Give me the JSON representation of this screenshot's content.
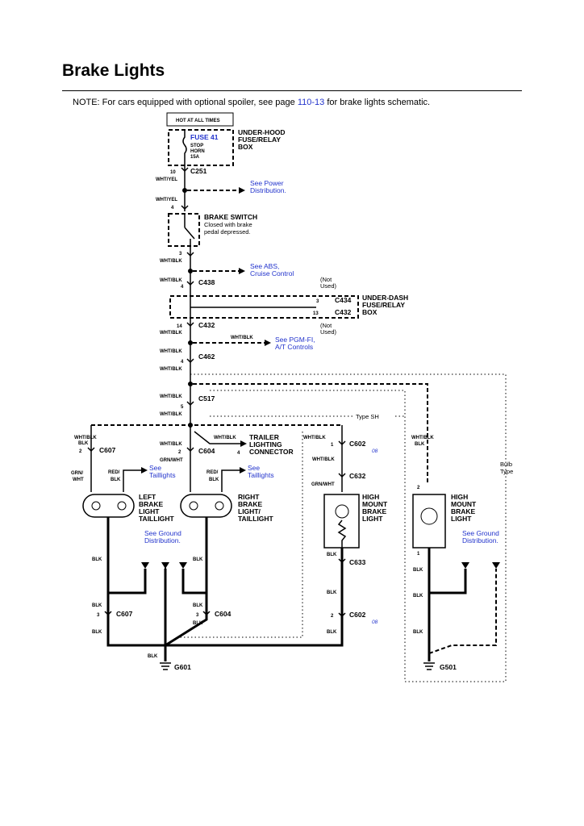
{
  "page": {
    "title": "Brake Lights",
    "note_before": "NOTE: For cars equipped with optional spoiler, see page ",
    "note_link": "110-13",
    "note_after": " for brake lights schematic."
  },
  "labels": {
    "hot": "HOT AT ALL TIMES",
    "fuse": "FUSE 41",
    "fuse_stop": "STOP",
    "fuse_horn": "HORN",
    "fuse_amp": "15A",
    "uh_box1": "UNDER-HOOD",
    "uh_box2": "FUSE/RELAY",
    "uh_box3": "BOX",
    "c251_pin": "10",
    "c251": "C251",
    "wht_yel": "WHT/YEL",
    "see_power1": "See Power",
    "see_power2": "Distribution.",
    "switch_pin4": "4",
    "brake_switch": "BRAKE SWITCH",
    "switch_desc1": "Closed with brake",
    "switch_desc2": "pedal depressed.",
    "switch_pin3": "3",
    "wht_blk": "WHT/BLK",
    "see_abs1": "See ABS,",
    "see_abs2": "Cruise Control",
    "c438_pin": "4",
    "c438": "C438",
    "not": "(Not",
    "used": "Used)",
    "ud_box1": "UNDER-DASH",
    "ud_box2": "FUSE/RELAY",
    "ud_box3": "BOX",
    "c434_pin": "3",
    "c434": "C434",
    "c432_pin13": "13",
    "c432": "C432",
    "c432_pin14": "14",
    "see_pgm1": "See PGM-FI,",
    "see_pgm2": "A/T Controls",
    "c462_pin": "4",
    "c462": "C462",
    "c517_pin": "5",
    "c517": "C517",
    "type_sh": "Type SH",
    "bulb_type1": "Bulb",
    "bulb_type2": "Type",
    "c607_pin2": "2",
    "c607": "C607",
    "c604_pin2": "2",
    "c604": "C604",
    "trailer1": "TRAILER",
    "trailer2": "LIGHTING",
    "trailer3": "CONNECTOR",
    "trailer_pin": "4",
    "c602_pin1": "1",
    "c602": "C602",
    "c602_note": "08",
    "c632": "C632",
    "grn_blk": "GRN/WHT",
    "grn_wht": "GRN/",
    "wht": "WHT",
    "red": "RED/",
    "blk": "BLK",
    "see_tail1": "See",
    "see_tail2": "Taillights",
    "left_1": "LEFT",
    "left_2": "BRAKE",
    "left_3": "LIGHT",
    "left_4": "TAILLIGHT",
    "right_1": "RIGHT",
    "right_2": "BRAKE",
    "right_3": "LIGHT/",
    "right_4": "TAILLIGHT",
    "hm_1": "HIGH",
    "hm_2": "MOUNT",
    "hm_3": "BRAKE",
    "hm_4": "LIGHT",
    "see_ground1": "See Ground",
    "see_ground2": "Distribution.",
    "pin_1": "1",
    "pin_2": "2",
    "pin_3": "3",
    "c633": "C633",
    "g601": "G601",
    "g501": "G501"
  }
}
